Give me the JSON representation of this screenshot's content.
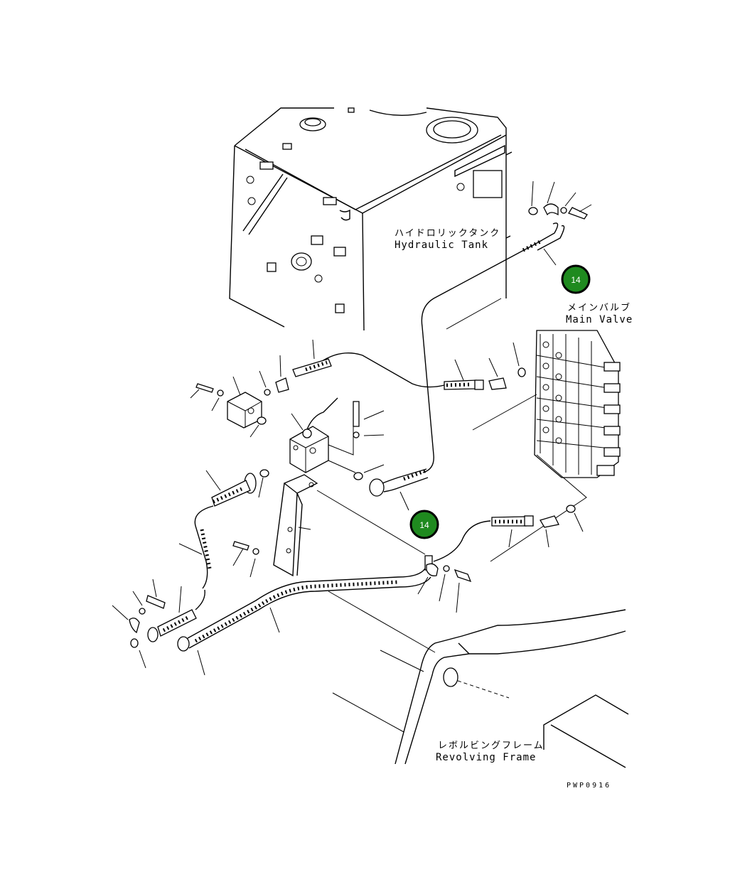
{
  "labels": {
    "hydraulic_tank_jp": "ハイドロリックタンク",
    "hydraulic_tank_en": "Hydraulic Tank",
    "main_valve_jp": "メインバルブ",
    "main_valve_en": "Main Valve",
    "revolving_frame_jp": "レボルビングフレーム",
    "revolving_frame_en": "Revolving Frame",
    "drawing_code": "PWP0916"
  },
  "callouts": [
    {
      "number": "14",
      "color": "#1f8a1f"
    },
    {
      "number": "14",
      "color": "#1f8a1f"
    }
  ]
}
